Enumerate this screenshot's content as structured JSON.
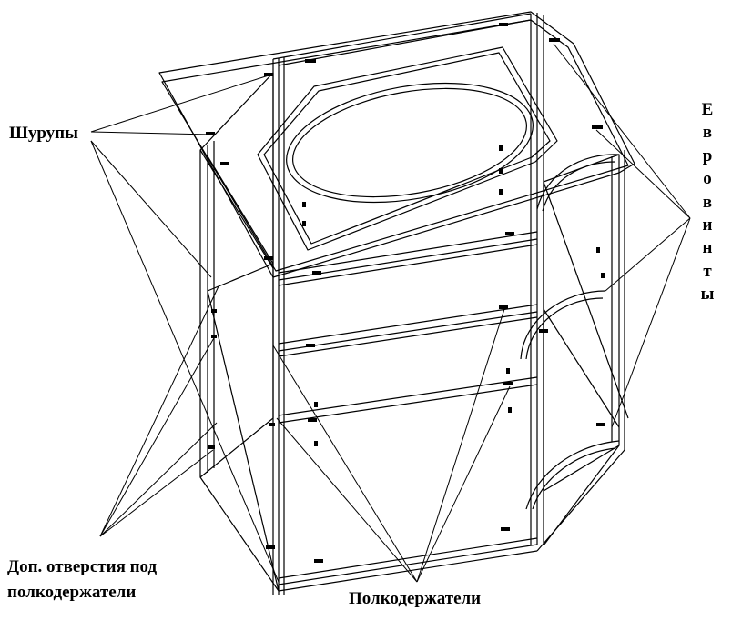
{
  "labels": {
    "screws": "Шурупы",
    "holes_line1": "Доп. отверстия под",
    "holes_line2": "полкодержатели",
    "shelf_supports": "Полкодержатели",
    "euro_screws_letters": [
      "Е",
      "в",
      "р",
      "о",
      "в",
      "и",
      "н",
      "т",
      "ы"
    ]
  },
  "colors": {
    "line": "#000000",
    "background": "#ffffff"
  }
}
